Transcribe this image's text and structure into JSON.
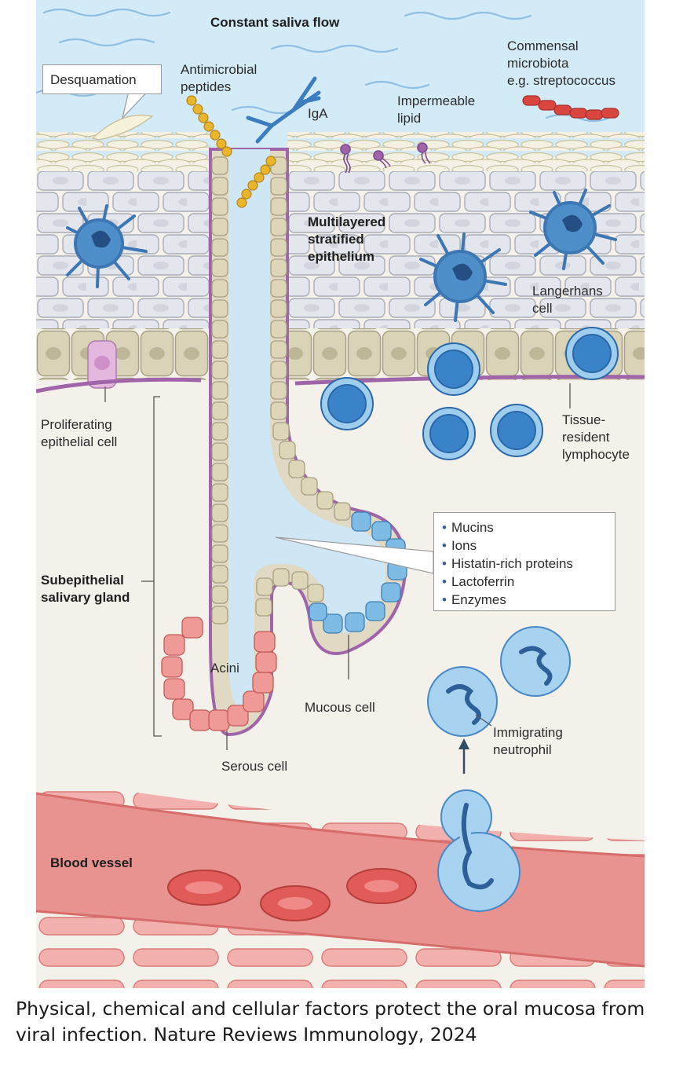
{
  "labels": {
    "saliva_flow": "Constant saliva flow",
    "desquamation": "Desquamation",
    "antimicrobial_peptides": "Antimicrobial\npeptides",
    "iga": "IgA",
    "impermeable_lipid": "Impermeable\nlipid",
    "commensal": "Commensal\nmicrobiota\ne.g. streptococcus",
    "stratified_epithelium": "Multilayered\nstratified\nepithelium",
    "langerhans": "Langerhans\ncell",
    "proliferating": "Proliferating\nepithelial cell",
    "tissue_resident": "Tissue-\nresident\nlymphocyte",
    "subepithelial_gland": "Subepithelial\nsalivary gland",
    "acini": "Acini",
    "mucous_cell": "Mucous cell",
    "serous_cell": "Serous cell",
    "immigrating_neutrophil": "Immigrating\nneutrophil",
    "blood_vessel": "Blood vessel"
  },
  "saliva_components": [
    "Mucins",
    "Ions",
    "Histatin-rich proteins",
    "Lactoferrin",
    "Enzymes"
  ],
  "caption": "Physical, chemical and cellular factors protect the oral mucosa from viral infection. Nature Reviews Immunology, 2024",
  "colors": {
    "saliva": "#d3eaf7",
    "tissue": "#f4f1ea",
    "basement_membrane": "#a064a8",
    "keratin_cells": "#f1eedd",
    "epithelial_cells": "#e4e6ec",
    "basal_cells": "#d8d2b6",
    "langerhans": "#4f8fc9",
    "lymphocyte": "#3b83c9",
    "serous": "#ec8e8c",
    "mucous": "#76b7e2",
    "blood_vessel": "#e88585",
    "neutrophil": "#8ec3e8"
  }
}
